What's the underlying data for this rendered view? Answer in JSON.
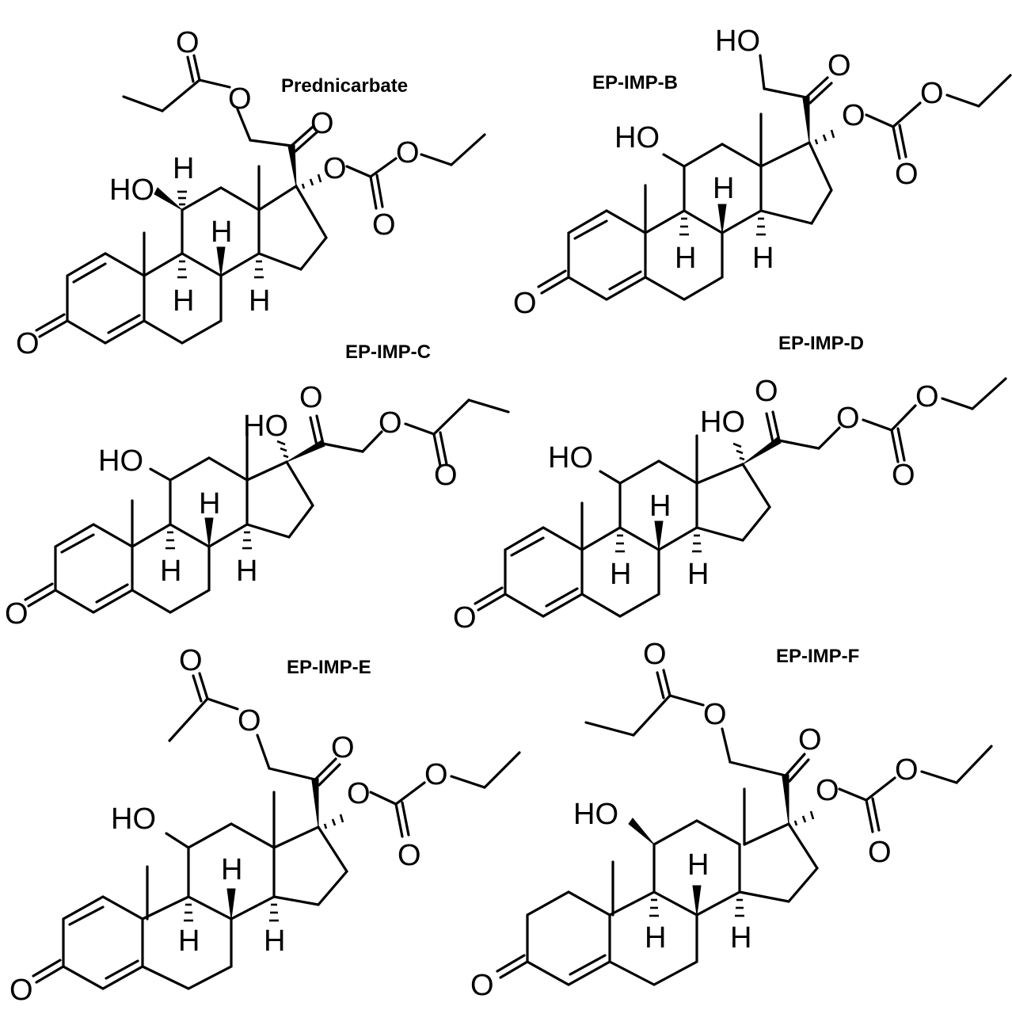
{
  "titles": {
    "prednicarbate": "Prednicarbate",
    "imp_b": "EP-IMP-B",
    "imp_c": "EP-IMP-C",
    "imp_d": "EP-IMP-D",
    "imp_e": "EP-IMP-E",
    "imp_f": "EP-IMP-F"
  },
  "atoms": {
    "O": "O",
    "HO": "HO",
    "H": "H"
  }
}
